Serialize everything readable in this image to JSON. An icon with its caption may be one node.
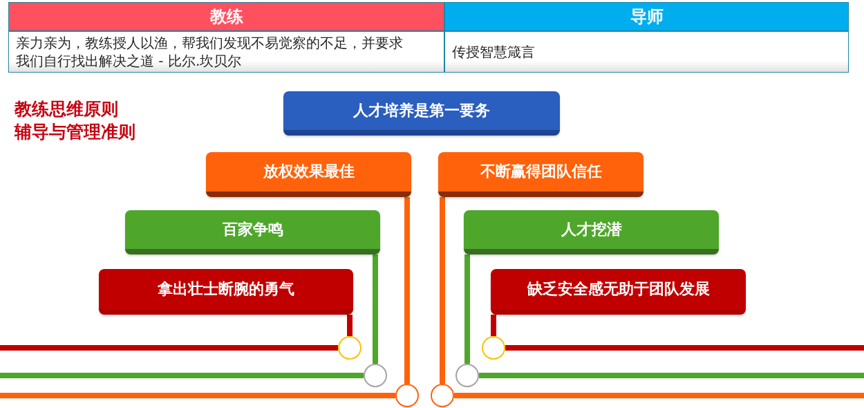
{
  "diagram": {
    "nodes": [
      {
        "text": [
          "人才培养是第一要务"
        ]
      },
      {
        "text": [
          "放权效果最佳"
        ]
      },
      {
        "text": [
          "不断赢得团队信任"
        ]
      },
      {
        "text": [
          "百家争鸣"
        ]
      },
      {
        "text": [
          "人才挖潜"
        ]
      },
      {
        "text": [
          "拿出壮士断腕的勇气"
        ]
      },
      {
        "text": [
          "缺乏安全感无助于团队发展"
        ]
      },
      {
        "text": [],
        "shape": "circle"
      },
      {
        "text": [],
        "shape": "circle"
      },
      {
        "text": [],
        "shape": "circle"
      },
      {
        "text": [],
        "shape": "circle"
      },
      {
        "text": [],
        "shape": "circle"
      },
      {
        "text": [],
        "shape": "circle"
      }
    ],
    "edges": [
      {
        "from": 1,
        "to": 11,
        "arrow": "none",
        "color": "#ff620a"
      },
      {
        "from": 2,
        "to": 12,
        "arrow": "none",
        "color": "#ff620a"
      },
      {
        "from": 3,
        "to": 9,
        "arrow": "none",
        "color": "#4ea72a"
      },
      {
        "from": 4,
        "to": 10,
        "arrow": "none",
        "color": "#4ea72a"
      },
      {
        "from": 5,
        "to": 7,
        "arrow": "none",
        "color": "#c00000"
      },
      {
        "from": 6,
        "to": 8,
        "arrow": "none",
        "color": "#c00000"
      },
      {
        "from": 7,
        "to": null,
        "arrow": "none",
        "color": "#c00000"
      },
      {
        "from": 8,
        "to": null,
        "arrow": "none",
        "color": "#c00000"
      },
      {
        "from": 9,
        "to": null,
        "arrow": "none",
        "color": "#4ea72a"
      },
      {
        "from": 10,
        "to": null,
        "arrow": "none",
        "color": "#4ea72a"
      },
      {
        "from": 11,
        "to": null,
        "arrow": "none",
        "color": "#ff620a"
      },
      {
        "from": 12,
        "to": null,
        "arrow": "none",
        "color": "#ff620a"
      }
    ],
    "labels": [
      "教练",
      "导师",
      "亲力亲为，教练授人以渔，帮我们发现不易觉察的不足，并要求我们自行找出解决之道 - 比尔.坎贝尔",
      "传授智慧箴言",
      "教练思维原则",
      "辅导与管理准则"
    ]
  }
}
